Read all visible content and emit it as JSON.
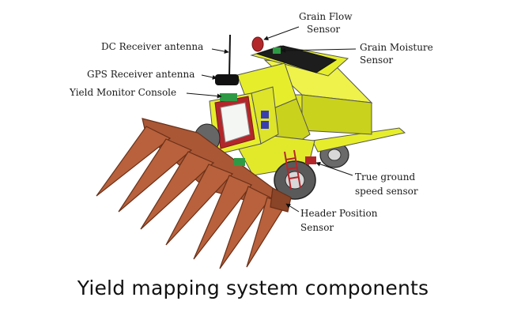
{
  "diagram": {
    "labels": {
      "dc_receiver_antenna": "DC Receiver antenna",
      "gps_receiver_antenna": "GPS Receiver antenna",
      "yield_monitor_console": "Yield Monitor Console",
      "grain_flow_sensor": [
        "Grain Flow",
        "Sensor"
      ],
      "grain_moisture_sensor": [
        "Grain Moisture",
        "Sensor"
      ],
      "true_ground_speed_sensor": [
        "True ground",
        "speed sensor"
      ],
      "header_position_sensor": [
        "Header Position",
        "Sensor"
      ]
    },
    "colors": {
      "body_yellow": "#e6ee2c",
      "body_yellow_shade": "#c9d21c",
      "header_brown": "#b8613c",
      "header_brown_dark": "#8a4427",
      "roof_black": "#1d1d1d",
      "sensor_red": "#b3272b",
      "sensor_green": "#2f9a45",
      "tire_gray": "#5a5a5a"
    }
  },
  "caption": "Yield mapping system components"
}
